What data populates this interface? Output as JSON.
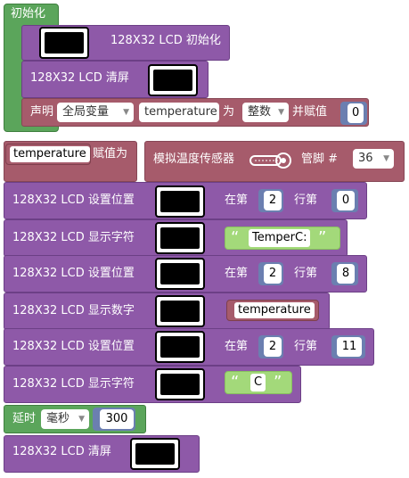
{
  "init_block": {
    "label": "初始化"
  },
  "lcd_init": {
    "label": "128X32 LCD 初始化"
  },
  "lcd_clear_1": {
    "label": "128X32 LCD 清屏"
  },
  "declare": {
    "label_declare": "声明",
    "scope_option": "全局变量",
    "var_name": "temperature",
    "label_as": "为",
    "type_option": "整数",
    "label_assign": "并赋值",
    "initial_value": "0"
  },
  "assign": {
    "var_name": "temperature",
    "label_assign": "赋值为",
    "sensor_label": "模拟温度传感器",
    "pin_label": "管脚 #",
    "pin_value": "36"
  },
  "set_pos_1": {
    "label": "128X32 LCD 设置位置",
    "label_row_prefix": "在第",
    "row": "2",
    "label_col": "行第",
    "col": "0"
  },
  "show_str_1": {
    "label": "128X32 LCD 显示字符",
    "text": "TemperC:"
  },
  "set_pos_2": {
    "label": "128X32 LCD 设置位置",
    "label_row_prefix": "在第",
    "row": "2",
    "label_col": "行第",
    "col": "8"
  },
  "show_num": {
    "label": "128X32 LCD 显示数字",
    "var_name": "temperature"
  },
  "set_pos_3": {
    "label": "128X32 LCD 设置位置",
    "label_row_prefix": "在第",
    "row": "2",
    "label_col": "行第",
    "col": "11"
  },
  "show_str_2": {
    "label": "128X32 LCD 显示字符",
    "text": "C"
  },
  "delay": {
    "label": "延时",
    "unit_option": "毫秒",
    "value": "300"
  },
  "lcd_clear_2": {
    "label": "128X32 LCD 清屏"
  },
  "quote_open": "“",
  "quote_close": "”"
}
